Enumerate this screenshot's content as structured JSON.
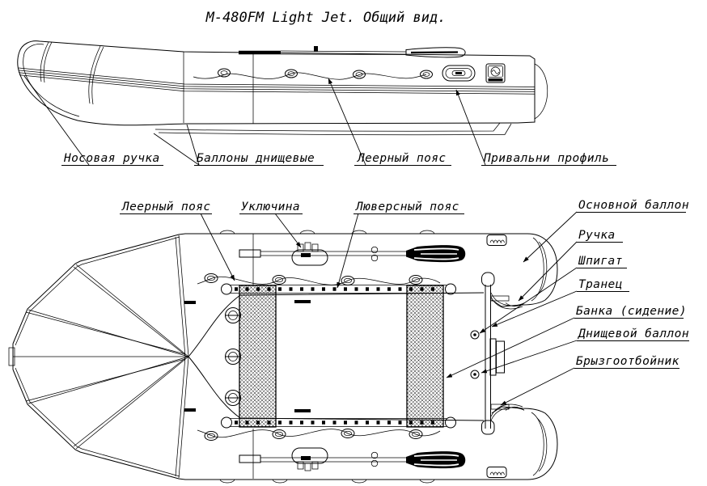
{
  "title": "М-480FM Light Jet. Общий вид.",
  "colors": {
    "line": "#000000",
    "background": "#ffffff"
  },
  "side_view": {
    "labels": {
      "bow_handle": "Носовая ручка",
      "bottom_tubes": "Баллоны днищевые",
      "grab_line": "Леерный пояс",
      "rub_rail": "Привальни профиль"
    }
  },
  "top_view": {
    "labels": {
      "grab_line": "Леерный пояс",
      "oarlock": "Уключина",
      "grommet_belt": "Люверсный пояс",
      "main_tube": "Основной баллон",
      "handle": "Ручка",
      "scupper": "Шпигат",
      "transom": "Транец",
      "seat_bench": "Банка (сидение)",
      "bottom_tube": "Днищевой баллон",
      "splash_guard": "Брызгоотбойник"
    }
  }
}
